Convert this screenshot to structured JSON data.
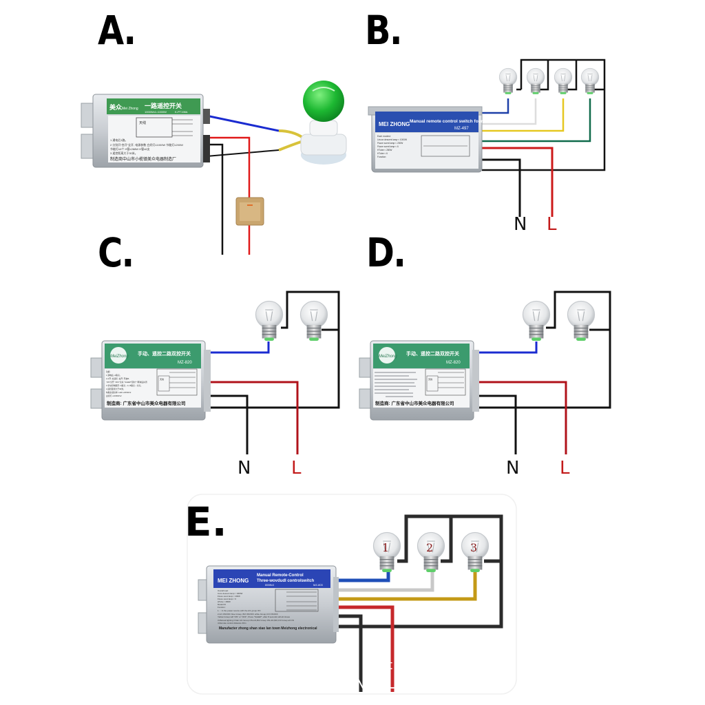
{
  "panels": {
    "A": {
      "label": "A.",
      "device": {
        "brand": "美众",
        "brand_latin": "Mei Zhong",
        "title": "一路遥控开关",
        "rating": "1000Wx1=1000W",
        "model": "K-PT198A",
        "antenna": "天线",
        "notes": [
          "1  通电后1路。",
          "2  分别开“合开”全开, 电源参数 白炽灯≤1000W 节能灯≤200W",
          "   节能灯≤6个 H管≤288W  H管≤6支",
          "3  遥控距离大于30米。"
        ],
        "maker": "制造商中山市小榄镇美众电器制造厂"
      },
      "lamp": {
        "color": "#1db832",
        "type": "green-bulb-on-socket"
      },
      "wall_switch": {
        "color": "#c9a56e"
      },
      "wires": {
        "blue": "#1a2bd0",
        "red": "#e01818",
        "black": "#111111"
      }
    },
    "B": {
      "label": "B.",
      "device": {
        "brand": "MEI ZHONG",
        "title": "Manual remote control switch four",
        "model": "MZ-497",
        "notes": [
          "Each modest:",
          "Lincon descent lamp:< 1000W",
          "Fluore scent lamp:< 200W",
          "Fluore scent lamp:< 6",
          "HTube:< 280W",
          "HTube:< 6",
          "Function:"
        ]
      },
      "bulbs": 4,
      "wires": {
        "blue": "#1d3fa8",
        "white": "#dddddd",
        "yellow": "#e6c720",
        "green": "#0f6a4a",
        "red": "#cc1a1a",
        "black": "#111111"
      },
      "terminals": {
        "neutral": "N",
        "live": "L"
      }
    },
    "C": {
      "label": "C.",
      "device": {
        "brand": "MeiZhong",
        "title": "手动、遥控二路双控开关",
        "model": "MZ-820",
        "antenna": "天线",
        "notes": [
          "功能:",
          "1.通电后, A路亮。",
          "2.A开: 关遥控, 在开: 开启B;",
          "“ON”全开 “OFF”全关 “SLEEP”延时一两钟后关闭",
          "3.手动控制顺序: A路亮→A, B路亮→全亮。",
          "4.遥控距离大于30米。",
          "每路负载功率: LED  ≤200Wx2",
          "              白炽灯 ≤1000Wx2"
        ],
        "maker": "制造商: 广东省中山市美众电器有限公司"
      },
      "bulbs": 2,
      "terminals": {
        "neutral": "N",
        "live": "L"
      }
    },
    "D": {
      "label": "D.",
      "device": {
        "brand": "MeiZhong",
        "title": "手动、遥控二路双控开关",
        "model": "MZ-820",
        "antenna": "天线",
        "maker": "制造商: 广东省中山市美众电器有限公司"
      },
      "bulbs": 2,
      "terminals": {
        "neutral": "N",
        "live": "L"
      }
    },
    "E": {
      "label": "E.",
      "device": {
        "brand": "MEI ZHONG",
        "title_line1": "Manual Remote-Control",
        "title_line2": "Three-wovdudl controlswitch",
        "rating": "800Wx3",
        "model": "MZ-803",
        "notes": [
          "Overall load:",
          "Incon descent lamp:< 1000W",
          "Fluore scent lamp:< 200W",
          "Fluore scent lamp:< 6",
          "HTube:< 280W",
          "Model:C6",
          "Function:",
          "1. :: In the power source with the A/1 group ON",
          "2.A/1 ON/OFF blue Group, B/2 ON/OFF white Group,C/3 ON/OFF",
          "   Yellow Group will \"ON\" or \"OFF\" ,Press \"SLEEP\" ,after 8 seconds will all closes",
          "3.Manual lighting Order A/1 Group ON-A/1,B/2 Group ON-A/1,B/2,C/3 Group all ON",
          "4.Remote control distance 30m"
        ],
        "maker": "Manufacter zhong shan xiao lan town Meizhong electronical"
      },
      "bulb_numbers": [
        "1",
        "2",
        "3"
      ],
      "wires": {
        "blue": "#1f4fb8",
        "white": "#c8c8c8",
        "yellow": "#c49a17",
        "red": "#c6282b",
        "black": "#2b2b2b"
      },
      "terminals": {
        "neutral": "N",
        "live": "L",
        "faint_text": [
          "i",
          "t"
        ]
      }
    }
  }
}
